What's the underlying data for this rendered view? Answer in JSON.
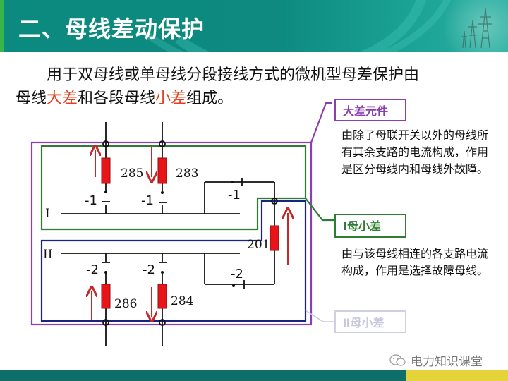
{
  "header": {
    "title": "二、母线差动保护",
    "icon": "power-tower-icon"
  },
  "intro": {
    "line1": "用于双母线或单母线分段接线方式的微机型母差保护由",
    "line2_a": "母线",
    "line2_hl1": "大差",
    "line2_b": "和各段母线",
    "line2_hl2": "小差",
    "line2_c": "组成。"
  },
  "diagram": {
    "bus1_label": "I",
    "bus2_label": "II",
    "branches": [
      {
        "id": "285",
        "bus": "I",
        "switch_label": "-1",
        "current_dir": "up"
      },
      {
        "id": "283",
        "bus": "I",
        "switch_label": "-1",
        "current_dir": "down"
      },
      {
        "id": "286",
        "bus": "II",
        "switch_label": "-2",
        "current_dir": "up"
      },
      {
        "id": "284",
        "bus": "II",
        "switch_label": "-2",
        "current_dir": "down"
      }
    ],
    "coupler": {
      "id": "201",
      "switch1_label": "-1",
      "switch2_label": "-2",
      "current_dir": "up"
    },
    "colors": {
      "big_diff": "#8a3fb0",
      "bus1_small_diff": "#2e7d32",
      "bus2_small_diff": "#1a237e",
      "ct_fill": "#e8141a",
      "arrow": "#c62828"
    }
  },
  "callouts": {
    "big_diff": {
      "label": "大差元件",
      "description": "由除了母联开关以外的母线所有其余支路的电流构成，作用是区分母线内和母线外故障。"
    },
    "bus1_diff": {
      "label": "Ⅰ母小差",
      "description": "由与该母线相连的各支路电流构成，作用是选择故障母线。"
    },
    "bus2_diff": {
      "label": "Ⅱ母小差"
    }
  },
  "watermark": {
    "text": "电力知识课堂",
    "icon": "wechat-logo-icon"
  }
}
